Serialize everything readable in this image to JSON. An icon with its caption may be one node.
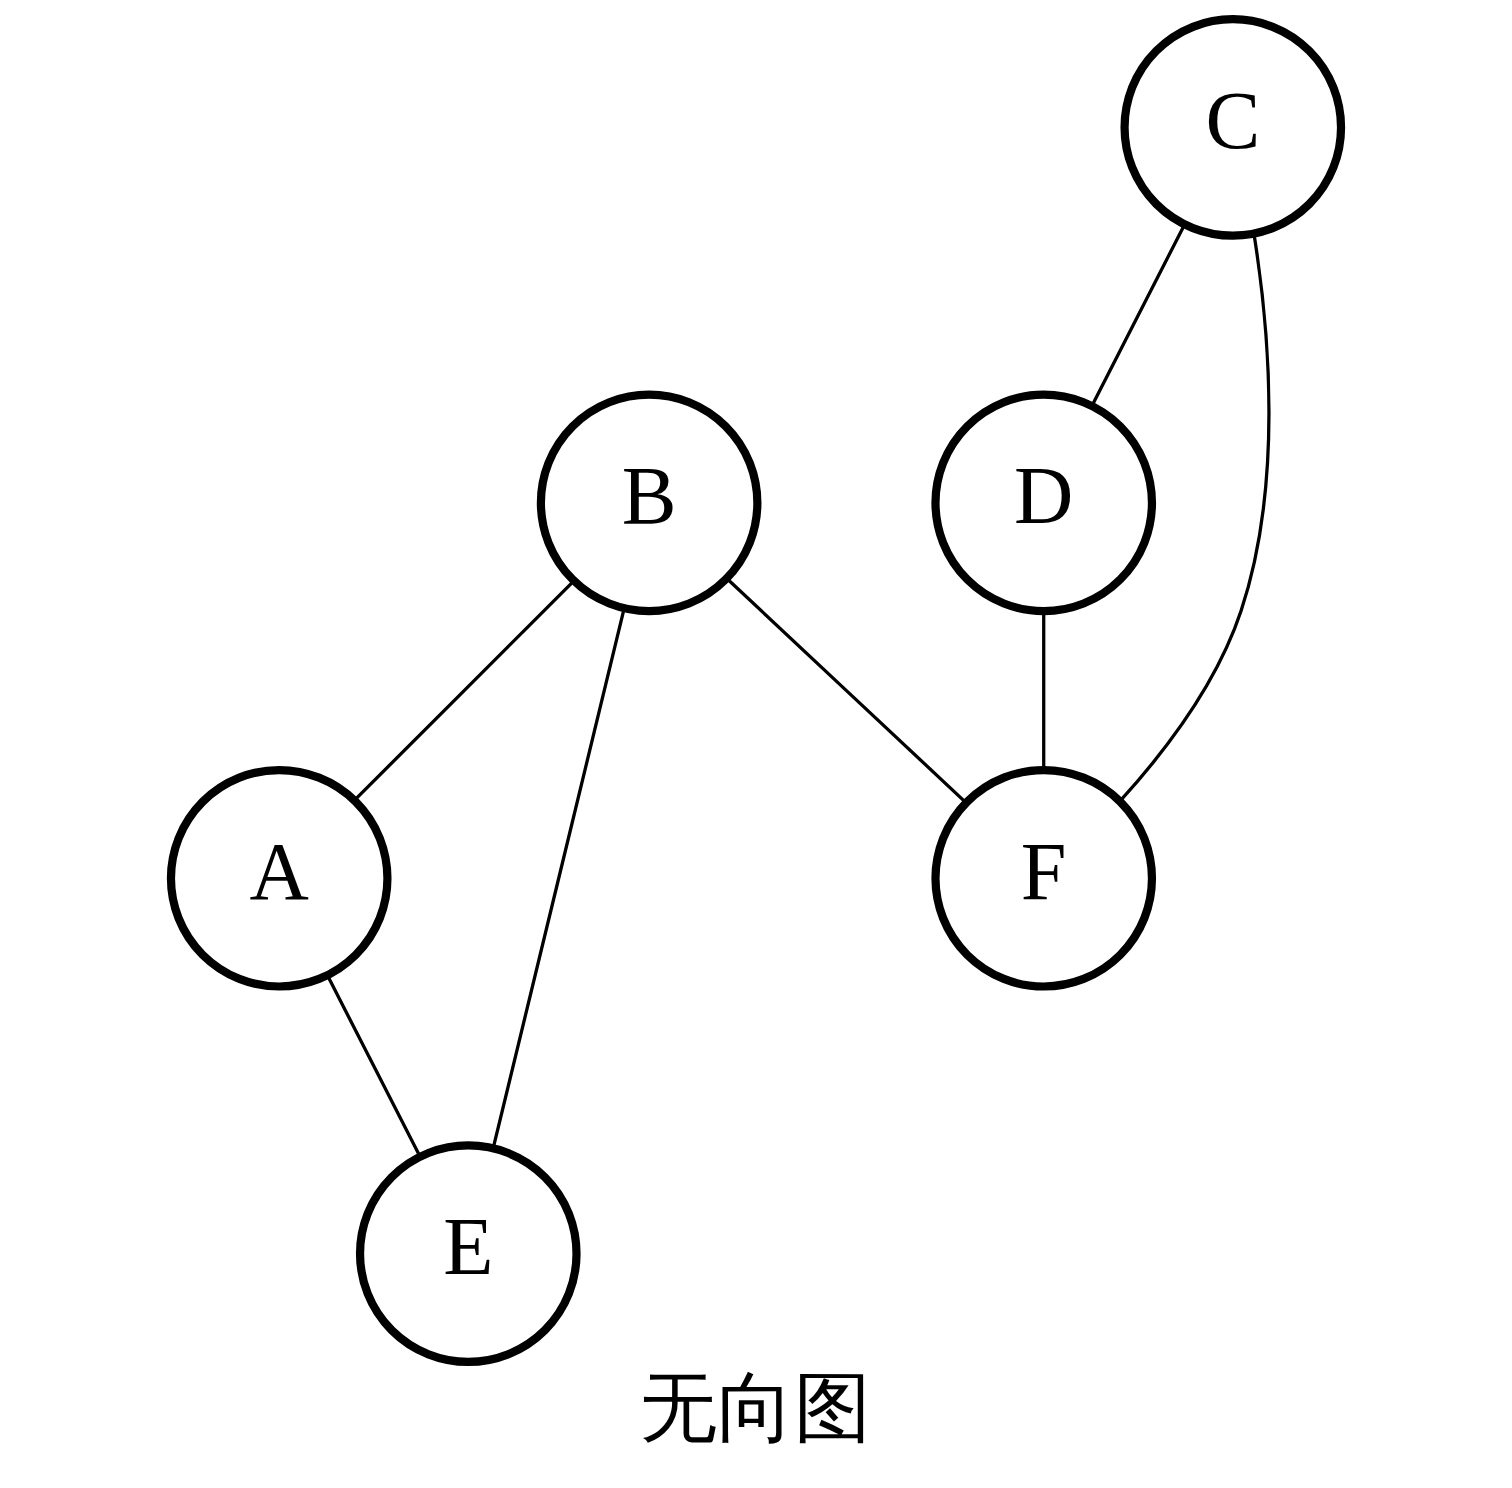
{
  "diagram": {
    "caption": "无向图",
    "nodes": [
      {
        "text": [
          "B"
        ]
      },
      {
        "text": [
          "C"
        ]
      },
      {
        "text": [
          "A"
        ]
      },
      {
        "text": [
          "D"
        ]
      },
      {
        "text": [
          "F"
        ]
      },
      {
        "text": [
          "E"
        ]
      }
    ],
    "edges": [
      {
        "from": 0,
        "to": 2,
        "arrow": "none"
      },
      {
        "from": 0,
        "to": 4,
        "arrow": "none"
      },
      {
        "from": 0,
        "to": 5,
        "arrow": "none"
      },
      {
        "from": 1,
        "to": 4,
        "arrow": "none"
      },
      {
        "from": 1,
        "to": 3,
        "arrow": "none"
      },
      {
        "from": 2,
        "to": 5,
        "arrow": "none"
      },
      {
        "from": 3,
        "to": 4,
        "arrow": "none"
      }
    ]
  }
}
